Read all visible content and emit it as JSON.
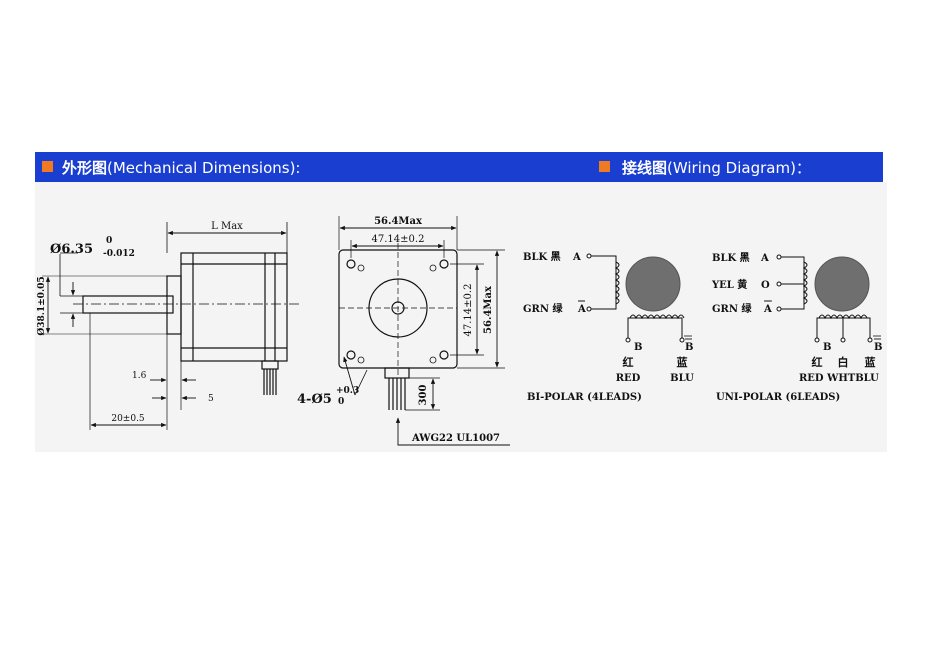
{
  "header": {
    "mech_cn": "外形图",
    "mech_en": "(Mechanical Dimensions):",
    "wiring_cn": "接线图",
    "wiring_en": "(Wiring Diagram)：",
    "bar_color": "#1a3fd0",
    "square_color": "#f07a22"
  },
  "side_view": {
    "shaft_dia_main": "Ø6.35",
    "shaft_tol_upper": "0",
    "shaft_tol_lower": "-0.012",
    "length": "L Max",
    "boss_dia": "Ø38.1±0.05",
    "dim_1_6": "1.6",
    "dim_5": "5",
    "dim_shaft_len": "20±0.5"
  },
  "front_view": {
    "width_max": "56.4Max",
    "hole_pitch_h": "47.14±0.2",
    "hole_pitch_v": "47.14±0.2",
    "height_max": "56.4Max",
    "holes_main": "4-Ø5",
    "holes_tol_upper": "+0.3",
    "holes_tol_lower": "0",
    "lead_length": "300",
    "wire_spec": "AWG22 UL1007"
  },
  "bipolar": {
    "blk": "BLK 黑",
    "blk_pin": "A",
    "grn": "GRN 绿",
    "grn_pin": "A",
    "pin_b": "B",
    "pin_bbar": "B",
    "red_cn": "红",
    "blu_cn": "蓝",
    "red": "RED",
    "blu": "BLU",
    "caption": "BI-POLAR (4LEADS)"
  },
  "unipolar": {
    "blk": "BLK 黑",
    "blk_pin": "A",
    "yel": "YEL 黄",
    "yel_pin": "O",
    "grn": "GRN 绿",
    "grn_pin": "A",
    "pin_b": "B",
    "pin_bbar": "B",
    "red_cn": "红",
    "wht_cn": "白",
    "blu_cn": "蓝",
    "bottom_labels": "RED WHTBLU",
    "caption": "UNI-POLAR (6LEADS)"
  }
}
